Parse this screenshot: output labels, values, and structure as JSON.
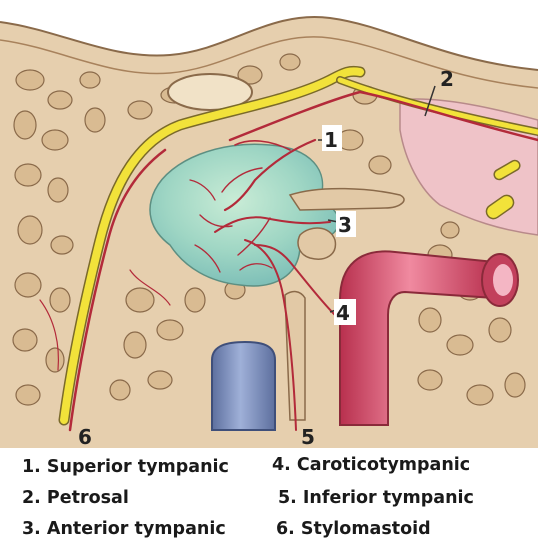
{
  "labels": {
    "n1": "1",
    "n2": "2",
    "n3": "3",
    "n4": "4",
    "n5": "5",
    "n6": "6"
  },
  "legend": [
    "1. Superior tympanic",
    "2. Petrosal",
    "3. Anterior tympanic",
    "4. Caroticotympanic",
    "5. Inferior tympanic",
    "6. Stylomastoid"
  ],
  "colors": {
    "bone": "#e2c9a6",
    "bone_cortex": "#c9a27a",
    "nerve_yellow": "#f2e23a",
    "artery_red": "#b32a3a",
    "tympanic_cavity": "#9fd6c4",
    "carotid": "#d24d6a",
    "jugular_vein": "#7c8fc0",
    "soft_tissue_pink": "#efc3c8"
  }
}
